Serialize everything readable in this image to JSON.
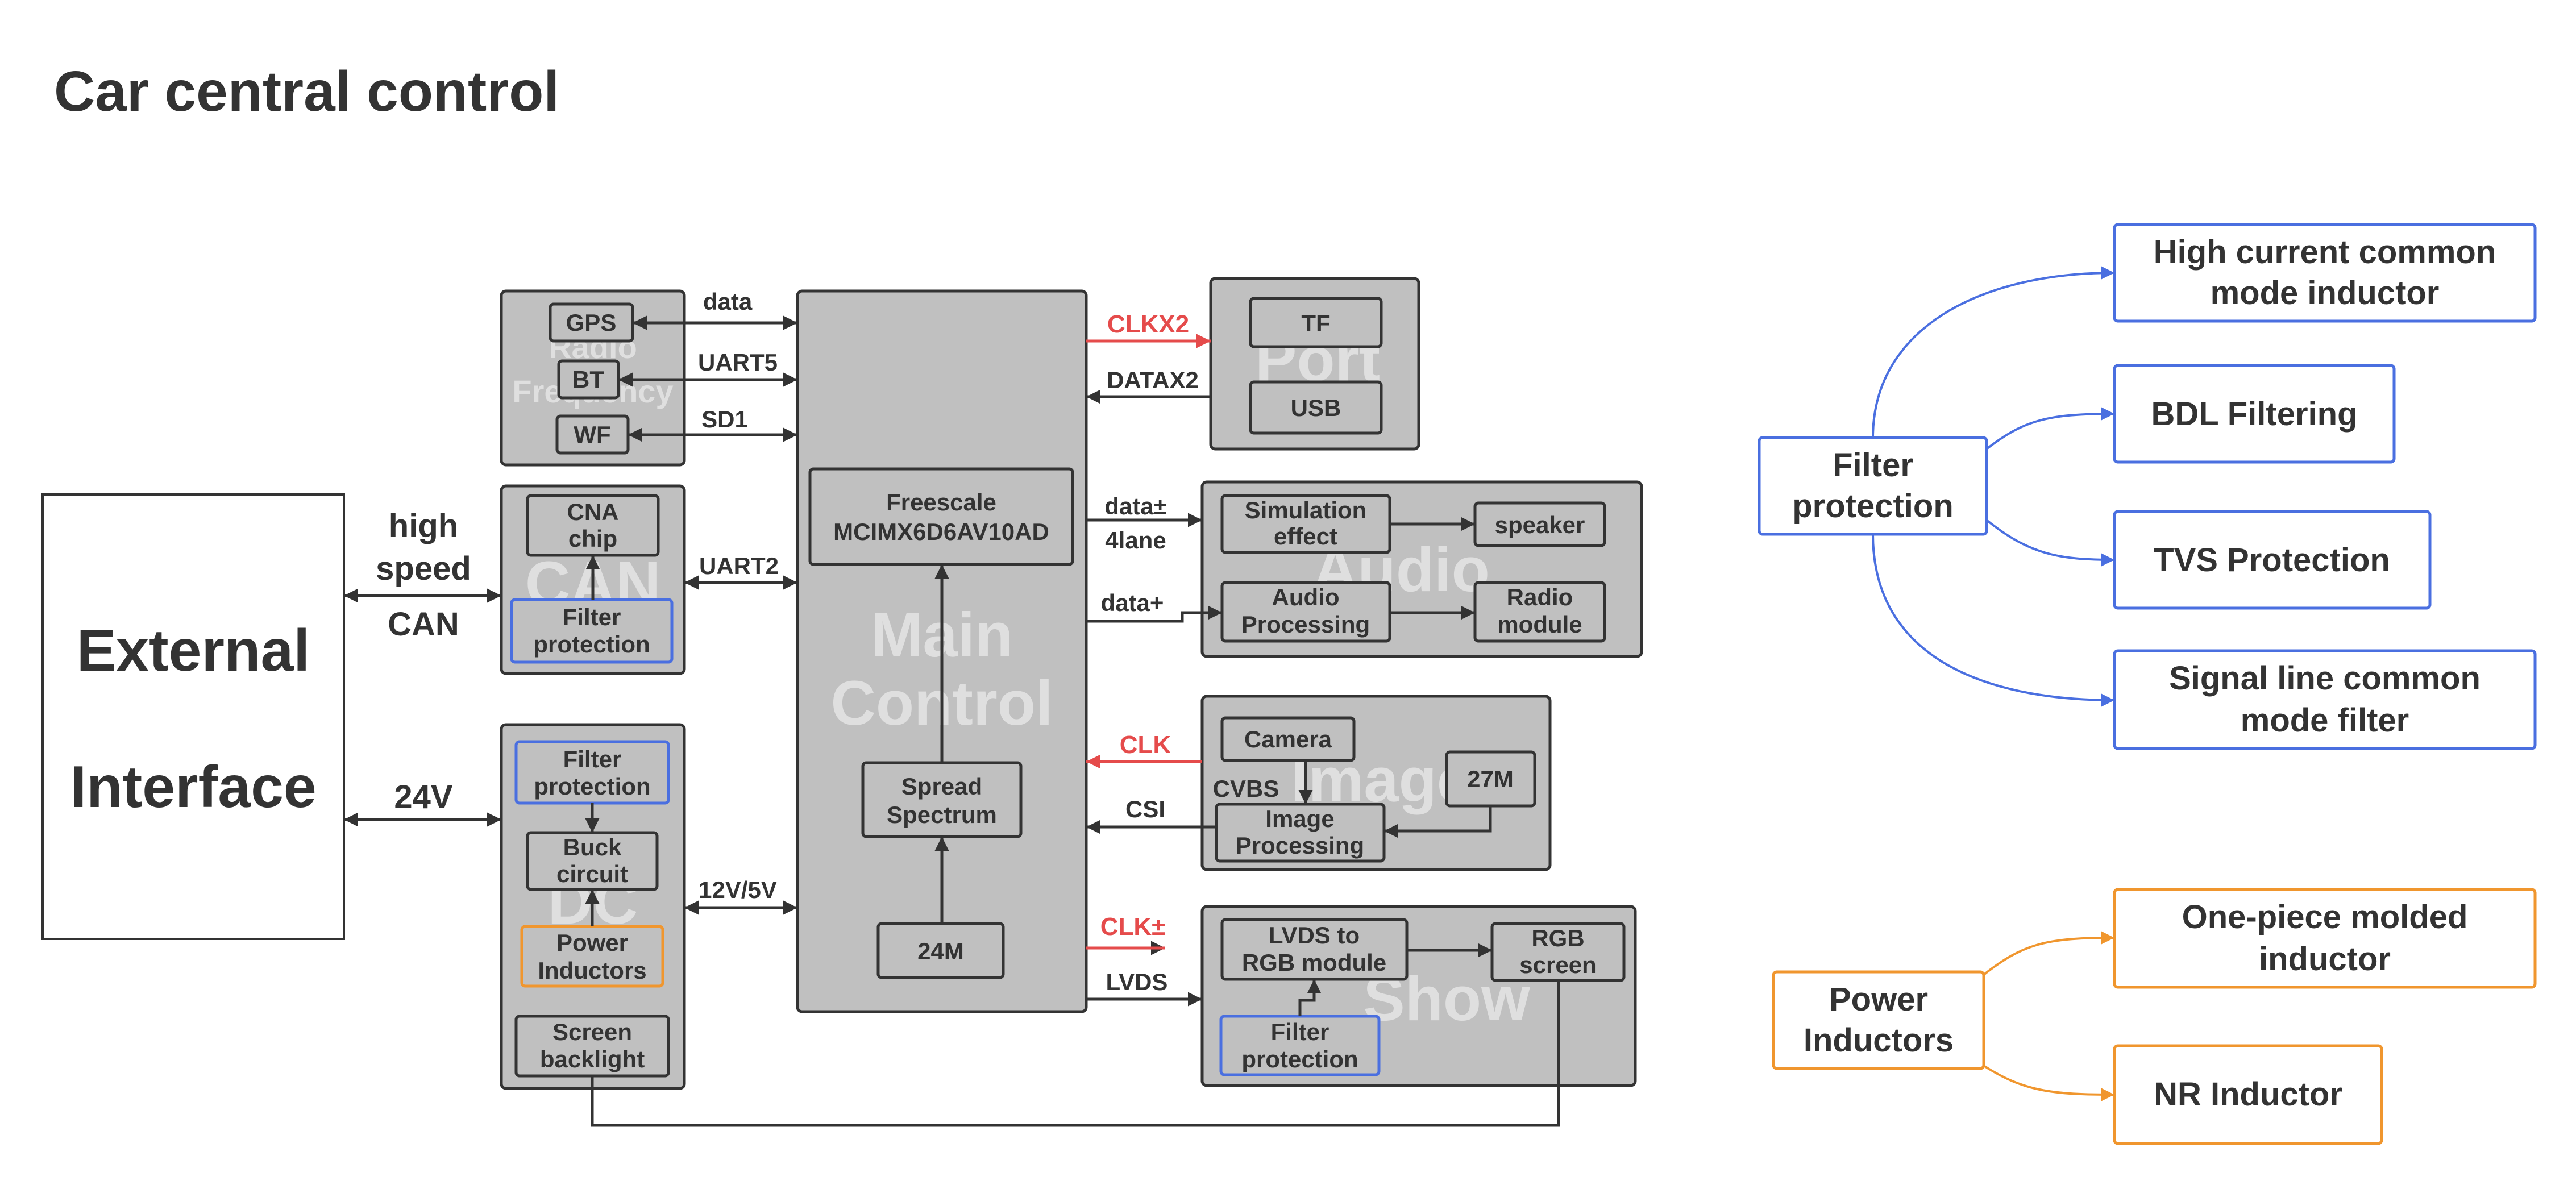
{
  "title": "Car central control",
  "colors": {
    "accent_blue": "#4a6fe0",
    "accent_orange": "#f0962e",
    "signal_red": "#e54b4b",
    "block_gray": "#c0c0c0"
  },
  "external": {
    "line1": "External",
    "line2": "Interface"
  },
  "ext_links": {
    "hs1": "high",
    "hs2": "speed",
    "hs3": "CAN",
    "v24": "24V"
  },
  "rf": {
    "watermark1": "Radio",
    "watermark2": "Frequency",
    "gps": "GPS",
    "bt": "BT",
    "wf": "WF",
    "data": "data",
    "uart5": "UART5",
    "sd1": "SD1"
  },
  "can": {
    "watermark": "CAN",
    "cna1": "CNA",
    "cna2": "chip",
    "filter1": "Filter",
    "filter2": "protection",
    "uart2": "UART2"
  },
  "dc": {
    "watermark": "DC",
    "filter1": "Filter",
    "filter2": "protection",
    "buck1": "Buck",
    "buck2": "circuit",
    "power1": "Power",
    "power2": "Inductors",
    "screen1": "Screen",
    "screen2": "backlight",
    "v12": "12V/5V"
  },
  "main": {
    "watermark1": "Main",
    "watermark2": "Control",
    "freescale1": "Freescale",
    "freescale2": "MCIMX6D6AV10AD",
    "spread1": "Spread",
    "spread2": "Spectrum",
    "m24": "24M"
  },
  "port": {
    "watermark": "Port",
    "tf": "TF",
    "usb": "USB",
    "clkx2": "CLKX2",
    "datax2": "DATAX2"
  },
  "audio": {
    "watermark": "Audio",
    "sim1": "Simulation",
    "sim2": "effect",
    "speaker": "speaker",
    "ap1": "Audio",
    "ap2": "Processing",
    "radio1": "Radio",
    "radio2": "module",
    "datapm": "data±",
    "lane": "4lane",
    "dataplus": "data+"
  },
  "image": {
    "watermark": "Image",
    "camera": "Camera",
    "m27": "27M",
    "ip1": "Image",
    "ip2": "Processing",
    "cvbs": "CVBS",
    "clk": "CLK",
    "csi": "CSI"
  },
  "show": {
    "watermark": "Show",
    "lvds1": "LVDS to",
    "lvds2": "RGB module",
    "rgb1": "RGB",
    "rgb2": "screen",
    "filter1": "Filter",
    "filter2": "protection",
    "clkpm": "CLK±",
    "lvds": "LVDS"
  },
  "legend_filter": {
    "root1": "Filter",
    "root2": "protection",
    "c1a": "High current common",
    "c1b": "mode inductor",
    "c2": "BDL Filtering",
    "c3": "TVS Protection",
    "c4a": "Signal line common",
    "c4b": "mode filter"
  },
  "legend_power": {
    "root1": "Power",
    "root2": "Inductors",
    "c1a": "One-piece molded",
    "c1b": "inductor",
    "c2": "NR Inductor"
  }
}
